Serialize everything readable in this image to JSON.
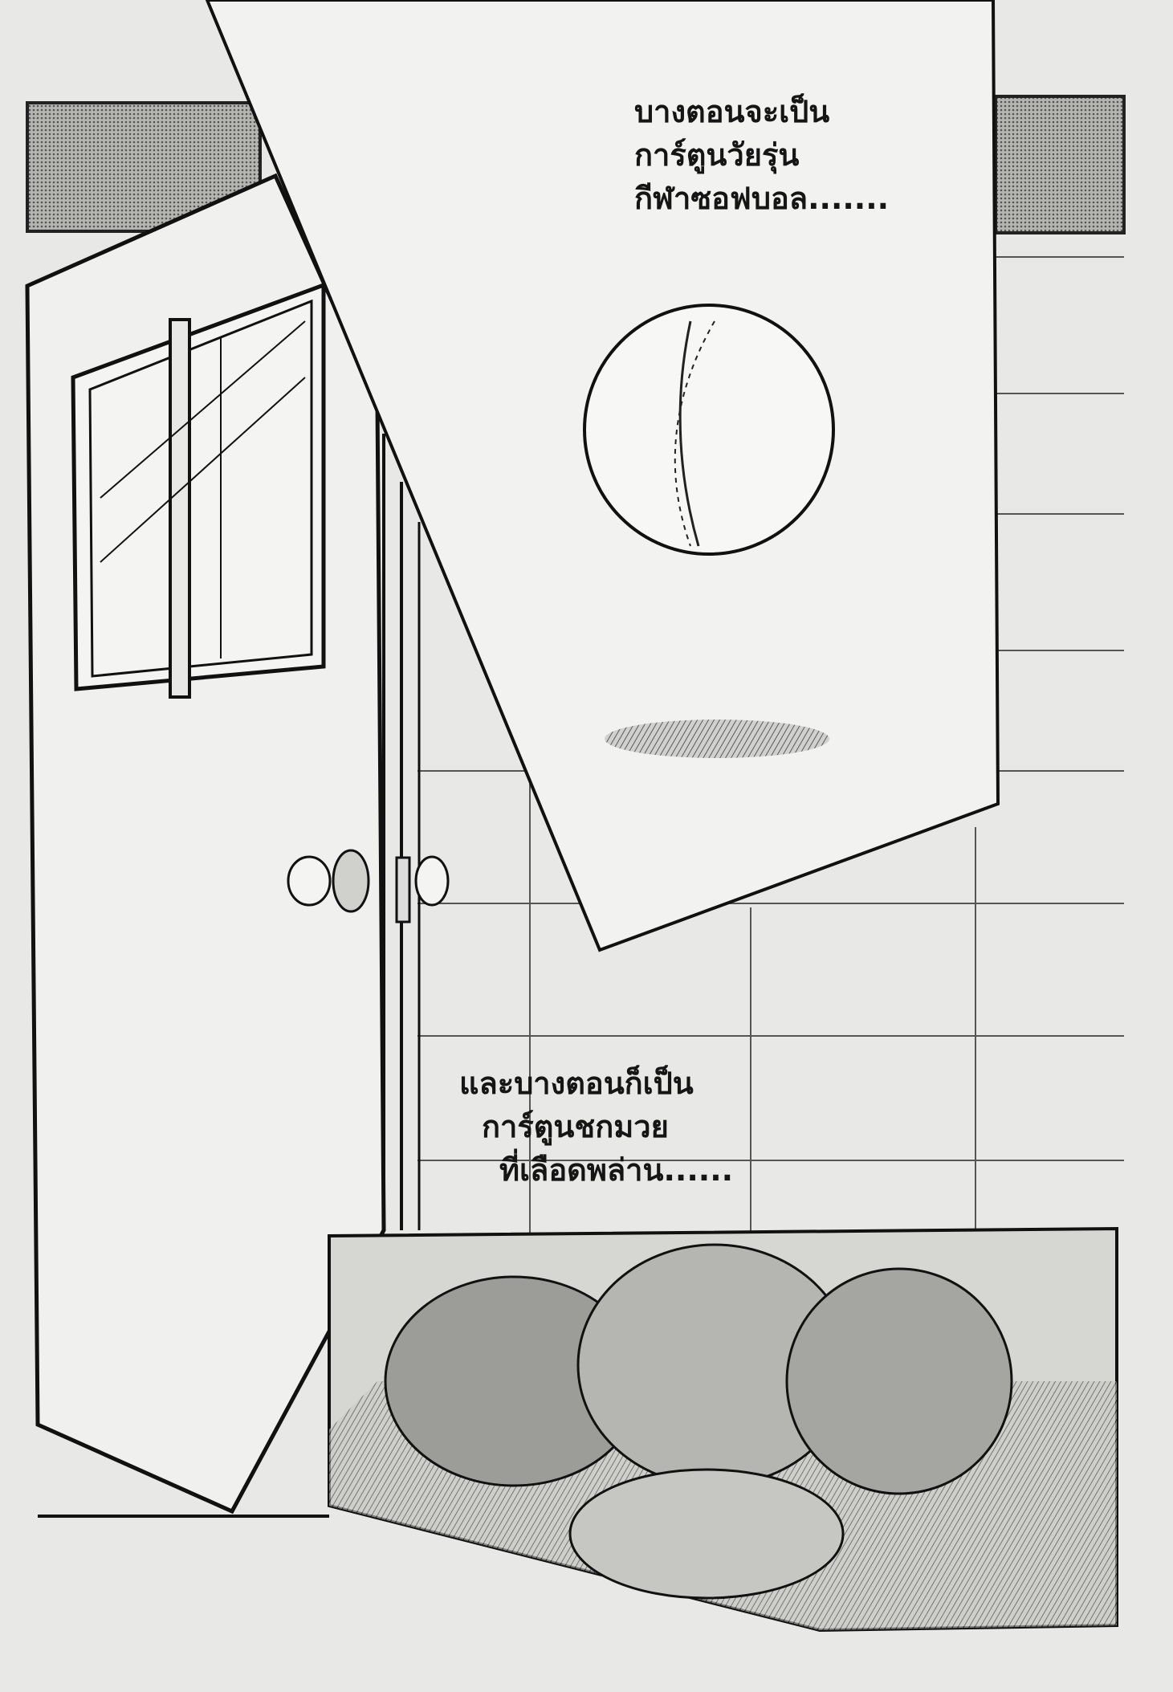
{
  "page": {
    "captions": {
      "top": {
        "lines": [
          "บางตอนจะเป็น",
          "การ์ตูนวัยรุ่น",
          "กีฬาซอฟบอล......."
        ]
      },
      "bottom": {
        "lines": [
          "และบางตอนก็เป็น",
          "การ์ตูนชกมวย",
          "ที่เลือดพล่าน......"
        ]
      }
    },
    "colors": {
      "paper": "#e8e8e6",
      "ink": "#151515",
      "panel": "#f2f2f0",
      "wall_dark": "#9a9a98"
    }
  }
}
